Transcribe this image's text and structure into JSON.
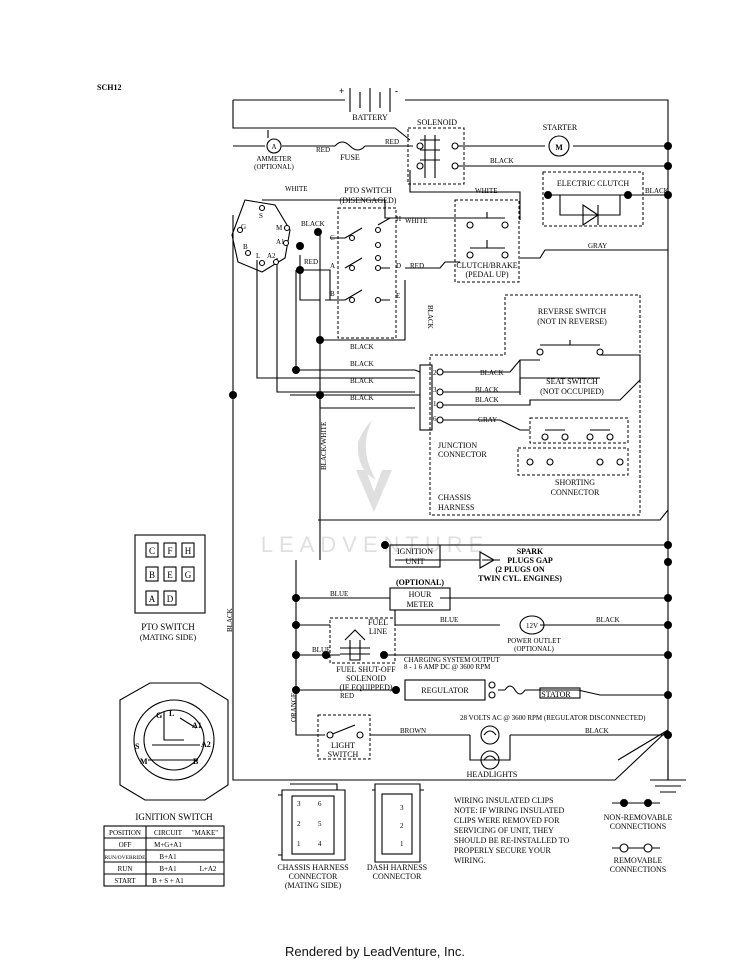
{
  "code": "SCH12",
  "footer": "Rendered by LeadVenture, Inc.",
  "watermark": "LEADVENTURE",
  "labels": {
    "battery": "BATTERY",
    "solenoid": "SOLENOID",
    "starter": "STARTER",
    "ammeter": "AMMETER",
    "ammeter_opt": "(OPTIONAL)",
    "fuse": "FUSE",
    "red": "RED",
    "black": "BLACK",
    "white": "WHITE",
    "gray": "GRAY",
    "blue": "BLUE",
    "brown": "BROWN",
    "orange": "ORANGE",
    "black_white": "BLACK/WHITE",
    "pto_switch": "PTO SWITCH",
    "disengaged": "(DISENGAGED)",
    "electric_clutch": "ELECTRIC CLUTCH",
    "clutch_brake": "CLUTCH/BRAKE",
    "pedal_up": "(PEDAL UP)",
    "reverse_switch": "REVERSE SWITCH",
    "not_in_reverse": "(NOT IN REVERSE)",
    "seat_switch": "SEAT SWITCH",
    "not_occupied": "(NOT OCCUPIED)",
    "junction": "JUNCTION",
    "connector": "CONNECTOR",
    "shorting": "SHORTING",
    "chassis": "CHASSIS",
    "harness": "HARNESS",
    "ignition_unit_1": "IGNITION",
    "ignition_unit_2": "UNIT",
    "spark_1": "SPARK",
    "spark_2": "PLUGS GAP",
    "spark_3": "(2 PLUGS ON",
    "spark_4": "TWIN CYL. ENGINES)",
    "optional": "(OPTIONAL)",
    "hour": "HOUR",
    "meter": "METER",
    "power_outlet": "POWER OUTLET",
    "power_outlet_opt": "(OPTIONAL)",
    "v12": "12V",
    "fuel_1": "FUEL",
    "fuel_2": "LINE",
    "fuel_shutoff": "FUEL SHUT-OFF",
    "solenoid2": "SOLENOID",
    "if_equipped": "(IF EQUIPPED)",
    "charging_1": "CHARGING SYSTEM OUTPUT",
    "charging_2": "8 - 1 6 AMP DC @ 3600 RPM",
    "regulator": "REGULATOR",
    "stator": "STATOR",
    "volts": "28 VOLTS AC @ 3600 RPM (REGULATOR DISCONNECTED)",
    "light_1": "LIGHT",
    "light_2": "SWITCH",
    "headlights": "HEADLIGHTS",
    "pto_mating_1": "PTO SWITCH",
    "pto_mating_2": "(MATING SIDE)",
    "ignition_switch": "IGNITION SWITCH",
    "chassis_conn_1": "CHASSIS HARNESS",
    "chassis_conn_2": "CONNECTOR",
    "chassis_conn_3": "(MATING SIDE)",
    "dash_conn_1": "DASH HARNESS",
    "dash_conn_2": "CONNECTOR",
    "note_1": "WIRING INSULATED CLIPS",
    "note_2": "NOTE:  IF WIRING INSULATED",
    "note_3": "CLIPS WERE REMOVED FOR",
    "note_4": "SERVICING OF UNIT, THEY",
    "note_5": "SHOULD BE RE-INSTALLED TO",
    "note_6": "PROPERLY SECURE YOUR",
    "note_7": "WIRING.",
    "nonremovable_1": "NON-REMOVABLE",
    "nonremovable_2": "CONNECTIONS",
    "removable_1": "REMOVABLE",
    "removable_2": "CONNECTIONS",
    "plus": "+",
    "minus": "-"
  },
  "terminals": {
    "ign": [
      "S",
      "M",
      "B",
      "A1",
      "G",
      "L",
      "A2"
    ],
    "pto": [
      "C",
      "H",
      "A",
      "D",
      "B",
      "E"
    ],
    "junction": [
      "2",
      "3",
      "1",
      "6"
    ],
    "pto_grid": [
      "C",
      "F",
      "H",
      "B",
      "E",
      "G",
      "A",
      "D"
    ],
    "ign_face": [
      "G",
      "L",
      "A1",
      "S",
      "A2",
      "M",
      "B"
    ],
    "chassis_conn": [
      "3",
      "6",
      "2",
      "5",
      "1",
      "4"
    ],
    "dash_conn": [
      "3",
      "2",
      "1"
    ]
  },
  "ignition_table": {
    "headers": [
      "POSITION",
      "CIRCUIT",
      "\"MAKE\""
    ],
    "rows": [
      [
        "OFF",
        "M+G+A1",
        ""
      ],
      [
        "RUN/OVERRIDE",
        "B+A1",
        ""
      ],
      [
        "RUN",
        "B+A1",
        "L+A2"
      ],
      [
        "START",
        "B + S + A1",
        ""
      ]
    ]
  }
}
